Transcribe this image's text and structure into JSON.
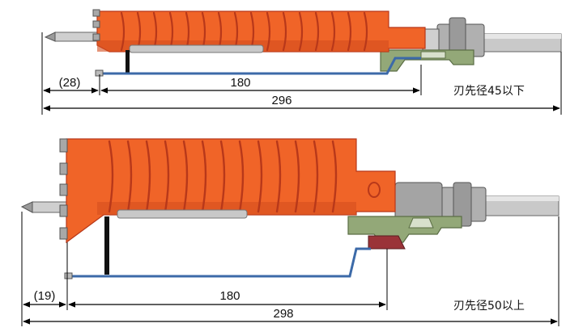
{
  "drills": [
    {
      "caption": "刃先径45以下",
      "dims": {
        "pilot_offset": "(28)",
        "effective_length": "180",
        "total_length": "296"
      }
    },
    {
      "caption": "刃先径50以上",
      "dims": {
        "pilot_offset": "(19)",
        "effective_length": "180",
        "total_length": "298"
      }
    }
  ],
  "colors": {
    "core_body": "#f06428",
    "core_shadow": "#c9431a",
    "flute": "#b8381a",
    "metal": "#c8c8c8",
    "metal_dark": "#8a8a8a",
    "holder_green": "#93a878",
    "holder_dark": "#5b6e45",
    "water_hose": "#3c6aa8",
    "guide_red": "#9a3338",
    "dimension_line": "#000000"
  }
}
